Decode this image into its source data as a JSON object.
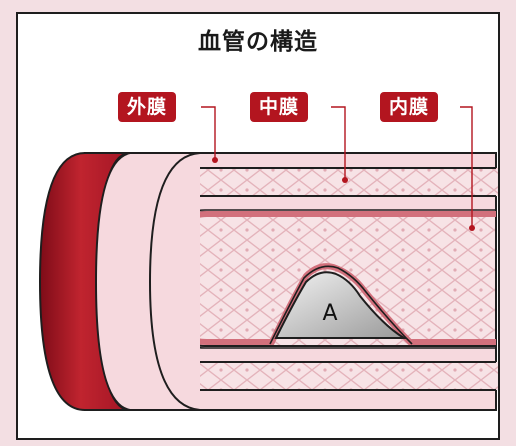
{
  "title": "血管の構造",
  "labels": {
    "outer": "外膜",
    "middle": "中膜",
    "inner": "内膜"
  },
  "plaque_label": "A",
  "colors": {
    "page_background": "#f3dfe3",
    "badge": "#b3151f",
    "vessel_outer": "#f5d7dc",
    "vessel_dark": "#a11424",
    "intima": "#d2707c",
    "plaque": "#bfbfbf",
    "leader_line": "#b3151f"
  }
}
